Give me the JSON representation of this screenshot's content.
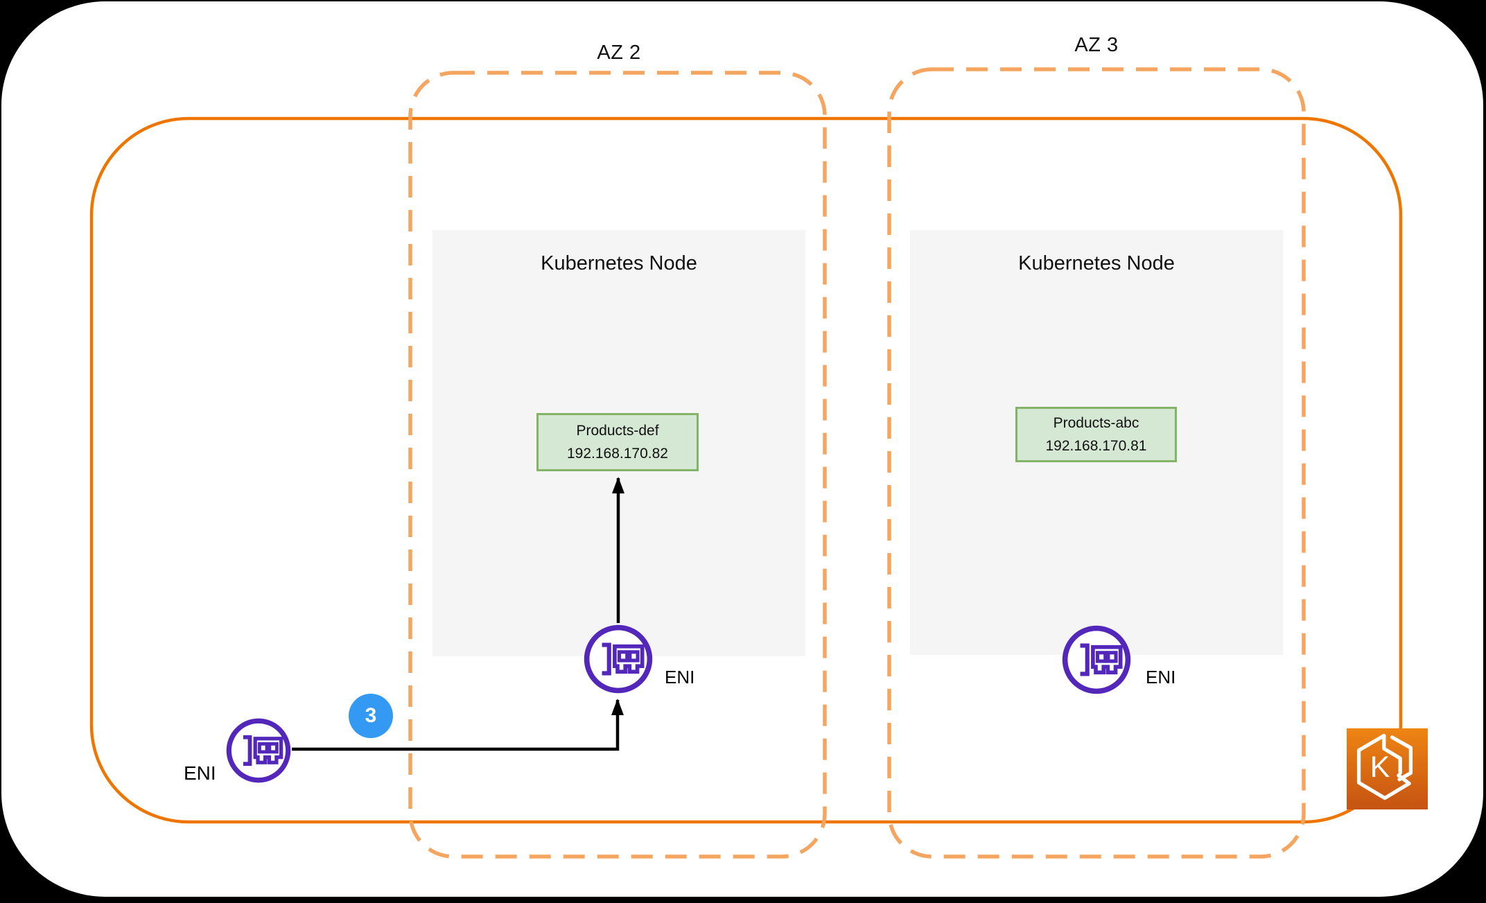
{
  "diagram": {
    "availability_zones": [
      {
        "label": "AZ 2"
      },
      {
        "label": "AZ 3"
      }
    ],
    "nodes": [
      {
        "title": "Kubernetes Node",
        "pod": {
          "name": "Products-def",
          "ip": "192.168.170.82"
        },
        "eni_label": "ENI"
      },
      {
        "title": "Kubernetes Node",
        "pod": {
          "name": "Products-abc",
          "ip": "192.168.170.81"
        },
        "eni_label": "ENI"
      }
    ],
    "external_eni": {
      "label": "ENI"
    },
    "step_badge": {
      "value": "3"
    },
    "eks_icon": {
      "letter": "K"
    },
    "colors": {
      "vpc_border": "#ee7600",
      "az_dashed_border": "#f5a55f",
      "node_fill": "#f5f5f5",
      "pod_fill": "#d5e8d4",
      "pod_border": "#82b366",
      "eni_purple": "#5227ba",
      "arrow": "#000000",
      "badge_blue": "#3399f2",
      "eks_gradient_top": "#ee8513",
      "eks_gradient_bottom": "#c55312",
      "page_background": "#000000",
      "sheet_background": "#ffffff"
    }
  }
}
